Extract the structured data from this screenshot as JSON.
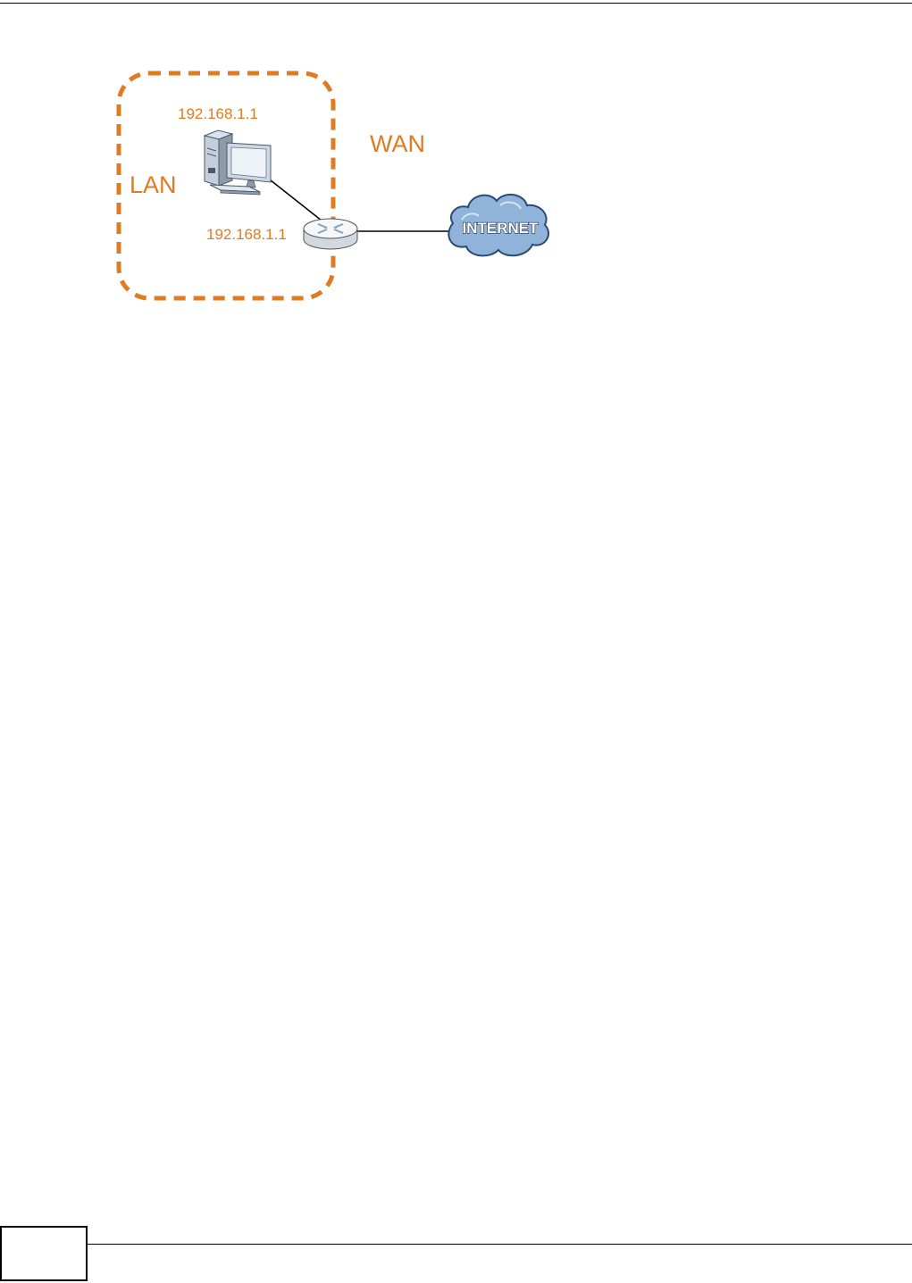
{
  "diagram": {
    "labels": {
      "pc_ip": "192.168.1.1",
      "router_ip": "192.168.1.1",
      "lan": "LAN",
      "wan": "WAN",
      "internet": "INTERNET"
    },
    "colors": {
      "lan_boundary": "#e07b22",
      "label_text": "#e07b22",
      "cloud_fill": "#8fb3d9",
      "cloud_stroke": "#2a4a78",
      "link_line": "#000000"
    },
    "icons": {
      "computer": "desktop-computer-icon",
      "router": "router-icon",
      "internet": "cloud-icon"
    }
  },
  "footer": {
    "page_number": ""
  }
}
